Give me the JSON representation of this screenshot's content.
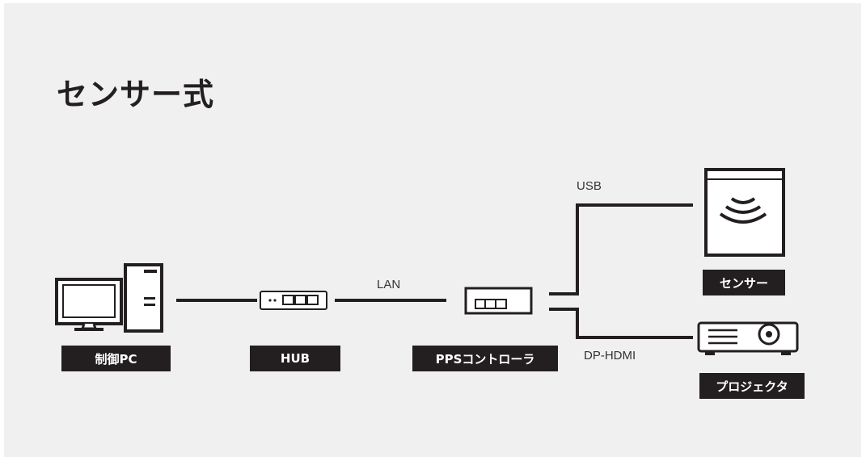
{
  "title": "センサー式",
  "nodes": {
    "pc": {
      "label": "制御PC",
      "icon": "desktop-pc-icon"
    },
    "hub": {
      "label": "HUB",
      "icon": "network-hub-icon"
    },
    "controller": {
      "label": "PPSコントローラ",
      "icon": "controller-box-icon"
    },
    "sensor": {
      "label": "センサー",
      "icon": "sensor-icon"
    },
    "projector": {
      "label": "プロジェクタ",
      "icon": "projector-icon"
    }
  },
  "connections": {
    "lan": "LAN",
    "usb": "USB",
    "dp_hdmi": "DP-HDMI"
  },
  "colors": {
    "background": "#f0f0f0",
    "ink": "#231f20",
    "label_text": "#ffffff"
  }
}
